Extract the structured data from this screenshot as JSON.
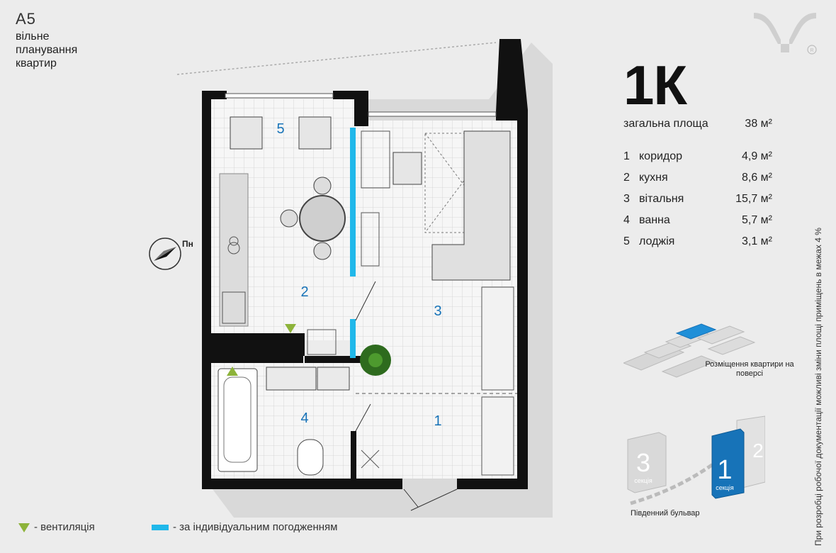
{
  "header": {
    "code": "А5",
    "description": [
      "вільне",
      "планування",
      "квартир"
    ]
  },
  "apartment": {
    "type": "1К",
    "total_label": "загальна площа",
    "total_area": "38 м²",
    "rooms": [
      {
        "num": "1",
        "name": "коридор",
        "area": "4,9 м²"
      },
      {
        "num": "2",
        "name": "кухня",
        "area": "8,6 м²"
      },
      {
        "num": "3",
        "name": "вітальня",
        "area": "15,7 м²"
      },
      {
        "num": "4",
        "name": "ванна",
        "area": "5,7 м²"
      },
      {
        "num": "5",
        "name": "лоджія",
        "area": "3,1 м²"
      }
    ]
  },
  "plan": {
    "room_numbers": [
      "5",
      "2",
      "3",
      "4",
      "1"
    ],
    "compass_label": "Пн"
  },
  "note": "При розробці робочої документації можливі зміни площі приміщень в межах 4 %",
  "location": {
    "floor_label": "Розміщення квартири на поверсі",
    "sections": [
      {
        "num": "3",
        "label": "секція"
      },
      {
        "num": "1",
        "label": "секція"
      },
      {
        "num": "2",
        "label": ""
      }
    ],
    "street": "Південний бульвар"
  },
  "legend": {
    "ventilation": "- вентиляція",
    "individual": "- за індивідуальним погодженням"
  },
  "colors": {
    "accent_blue": "#20b8ea",
    "vent_green": "#8db33a",
    "wall": "#111111",
    "section_blue": "#1773b8"
  }
}
